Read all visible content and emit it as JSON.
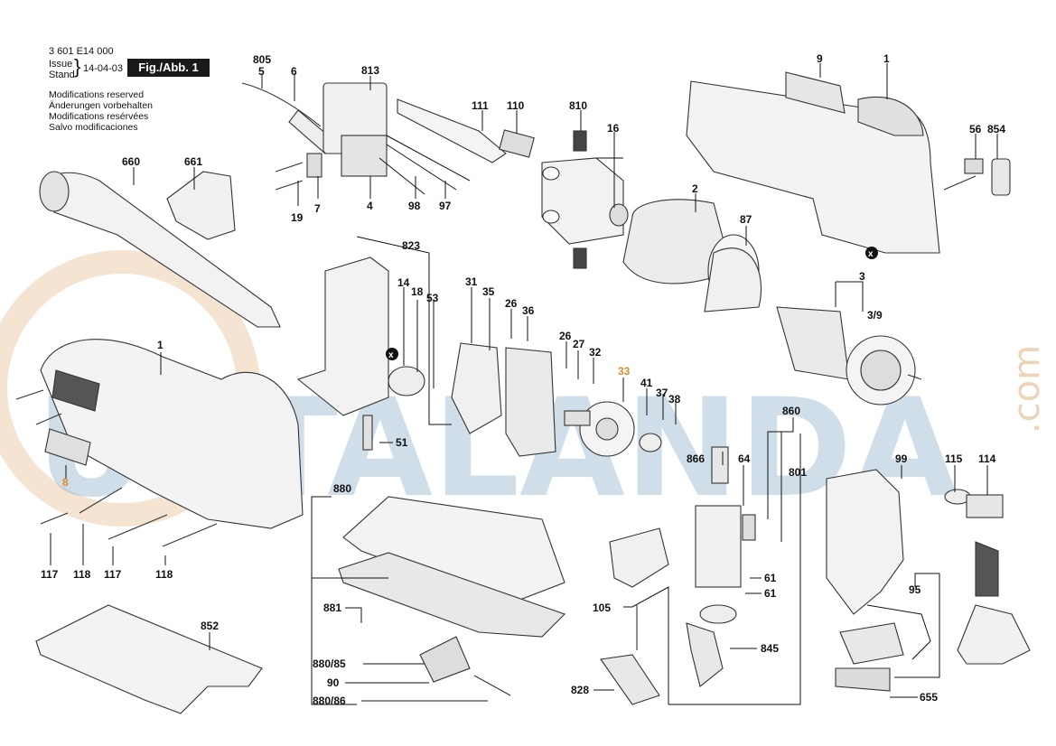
{
  "header": {
    "doc_number": "3 601 E14 000",
    "issue_label": "Issue",
    "stand_label": "Stand",
    "date": "14-04-03",
    "figure": "Fig./Abb. 1",
    "modifications": [
      "Modifications reserved",
      "Änderungen vorbehalten",
      "Modifications resérvées",
      "Salvo modificaciones"
    ]
  },
  "watermark": {
    "brand": "USTALANDA",
    "side": ".com"
  },
  "colors": {
    "highlight": "#e08a2a",
    "watermark_blue": "#8fb3cc",
    "watermark_orange": "#e8c49a"
  },
  "callouts": {
    "c805": "805",
    "c5": "5",
    "c6": "6",
    "c813": "813",
    "c9": "9",
    "c1_top": "1",
    "c111": "111",
    "c110": "110",
    "c810": "810",
    "c16": "16",
    "c56": "56",
    "c854": "854",
    "c660": "660",
    "c661": "661",
    "c19": "19",
    "c7": "7",
    "c4": "4",
    "c98": "98",
    "c97": "97",
    "c2": "2",
    "c87": "87",
    "c823": "823",
    "c14": "14",
    "c18": "18",
    "c53": "53",
    "c31": "31",
    "c35": "35",
    "c26a": "26",
    "c36": "36",
    "c26b": "26",
    "c27": "27",
    "c32": "32",
    "c3": "3",
    "c3_9": "3/9",
    "c1_left": "1",
    "c33": "33",
    "c41": "41",
    "c37": "37",
    "c38": "38",
    "c51": "51",
    "c8": "8",
    "c860": "860",
    "c866": "866",
    "c64": "64",
    "c801": "801",
    "c99": "99",
    "c115": "115",
    "c114": "114",
    "c880": "880",
    "c117a": "117",
    "c118a": "118",
    "c117b": "117",
    "c118b": "118",
    "c852": "852",
    "c881": "881",
    "c105": "105",
    "c61a": "61",
    "c61b": "61",
    "c95": "95",
    "c845": "845",
    "c880_85": "880/85",
    "c90": "90",
    "c880_86": "880/86",
    "c828": "828",
    "c655": "655",
    "x1": "x",
    "x2": "x"
  }
}
